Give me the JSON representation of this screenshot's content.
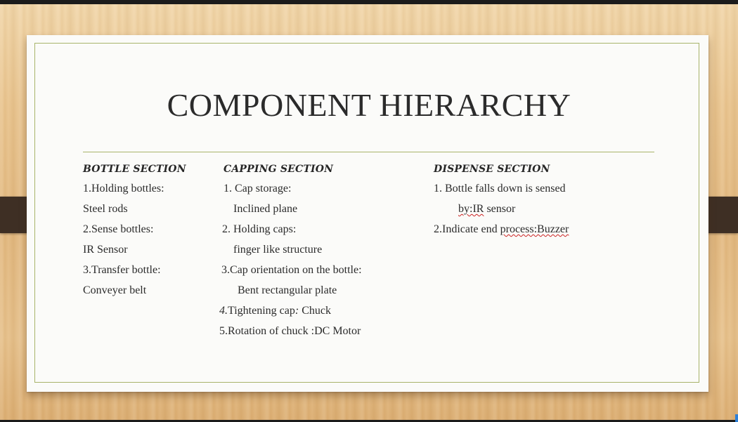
{
  "slide": {
    "title": "COMPONENT HIERARCHY",
    "columns": [
      {
        "heading": "BOTTLE SECTION",
        "lines": [
          "1.Holding bottles:",
          "Steel rods",
          "2.Sense bottles:",
          "IR Sensor",
          "3.Transfer bottle:",
          "Conveyer belt"
        ]
      },
      {
        "heading": "CAPPING SECTION",
        "lines": [
          "1. Cap storage:",
          "Inclined plane",
          "2. Holding caps:",
          "finger like structure",
          "3.Cap orientation on the bottle:",
          "Bent rectangular plate",
          "Tightening cap",
          "Chuck",
          "5.Rotation of chuck :DC Motor"
        ],
        "tightening_number": "4.",
        "tightening_colon": ":"
      },
      {
        "heading": "DISPENSE SECTION",
        "lines": [
          "1. Bottle falls down is sensed",
          "sensor",
          "2.Indicate end "
        ],
        "underlined": [
          "by:IR",
          "process:Buzzer"
        ]
      }
    ]
  },
  "colors": {
    "accent_line": "#a8b46a",
    "side_tabs": "#3e2f24",
    "spellcheck": "#cc2222"
  }
}
